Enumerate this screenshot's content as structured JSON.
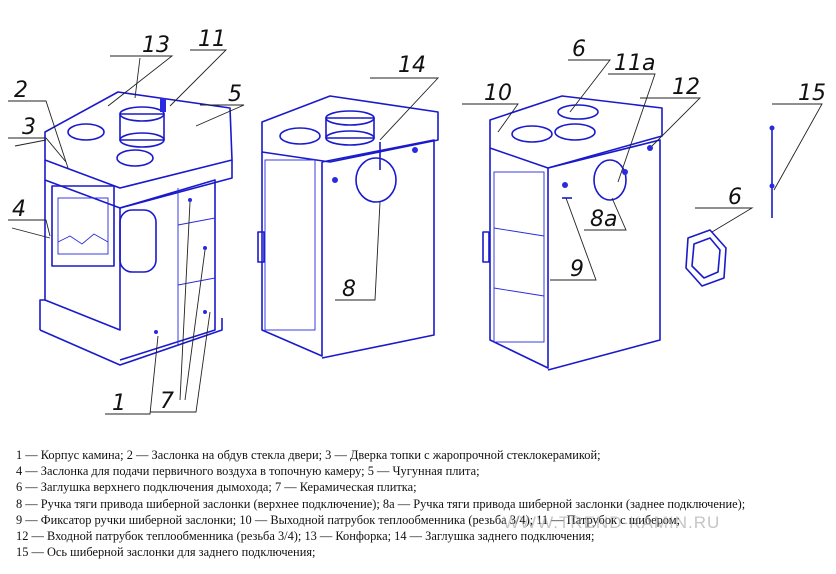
{
  "callouts": {
    "n1": "1",
    "n2": "2",
    "n3": "3",
    "n4": "4",
    "n5": "5",
    "n6a": "6",
    "n6b": "6",
    "n7": "7",
    "n8": "8",
    "n8a": "8a",
    "n9": "9",
    "n10": "10",
    "n11": "11",
    "n11a": "11a",
    "n12": "12",
    "n13": "13",
    "n14": "14",
    "n15": "15"
  },
  "legend": {
    "line1": "1 — Корпус камина; 2 — Заслонка на обдув стекла двери; 3 — Дверка топки с жаропрочной стеклокерамикой;",
    "line2": "4 — Заслонка для подачи первичного воздуха в топочную камеру; 5 — Чугунная плита;",
    "line3": "6 — Заглушка верхнего подключения дымохода; 7 — Керамическая плитка;",
    "line4": "8 — Ручка тяги привода шиберной заслонки (верхнее подключение); 8а — Ручка тяги привода шиберной заслонки (заднее подключение);",
    "line5": "9 — Фиксатор ручки шиберной заслонки; 10 — Выходной патрубок теплообменника (резьба 3/4); 11 — Патрубок с шибером;",
    "line6": "12 — Входной патрубок теплообменника (резьба 3/4); 13 — Конфорка; 14 — Заглушка заднего подключения;",
    "line7": "15 — Ось шиберной заслонки для заднего подключения;"
  },
  "watermark": "WWW.TREND-KAMIN.RU",
  "colors": {
    "drawing_line": "#1a1acc",
    "text": "#111111"
  }
}
